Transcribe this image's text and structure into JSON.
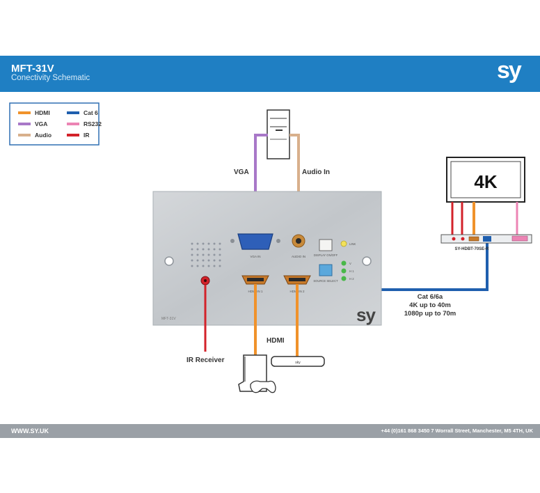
{
  "header": {
    "title": "MFT-31V",
    "subtitle": "Conectivity Schematic",
    "logo": "sy"
  },
  "legend": [
    {
      "label": "HDMI",
      "color": "#f0922b"
    },
    {
      "label": "Cat 6",
      "color": "#1f5fae"
    },
    {
      "label": "VGA",
      "color": "#a878c8"
    },
    {
      "label": "RS232",
      "color": "#ec84b4"
    },
    {
      "label": "Audio",
      "color": "#d8b08c"
    },
    {
      "label": "IR",
      "color": "#d3222a"
    }
  ],
  "labels": {
    "vga": "VGA",
    "audio_in": "Audio In",
    "hdmi": "HDMI",
    "ir_receiver": "IR Receiver",
    "cat6_line1": "Cat 6/6a",
    "cat6_line2": "4K up to 40m",
    "cat6_line3": "1080p up to 70m",
    "display_text": "4K",
    "receiver_name": "SY-HDBT-70SE-R"
  },
  "panel": {
    "vga_port": "VGA IN",
    "audio_port": "AUDIO IN",
    "hdmi1_port": "HDMI IN 1",
    "hdmi2_port": "HDMI IN 2",
    "display_button": "DISPLAY ON/OFF",
    "source_button": "SOURCE SELECT",
    "link_led": "LINK",
    "led_v": "V",
    "led_h1": "H 1",
    "led_h2": "H 2",
    "model": "MFT-31V",
    "logo": "sy"
  },
  "footer": {
    "website": "WWW.SY.UK",
    "contact": "+44 (0)161 868 3450 7 Worrall Street, Manchester, M5 4TH, UK"
  }
}
